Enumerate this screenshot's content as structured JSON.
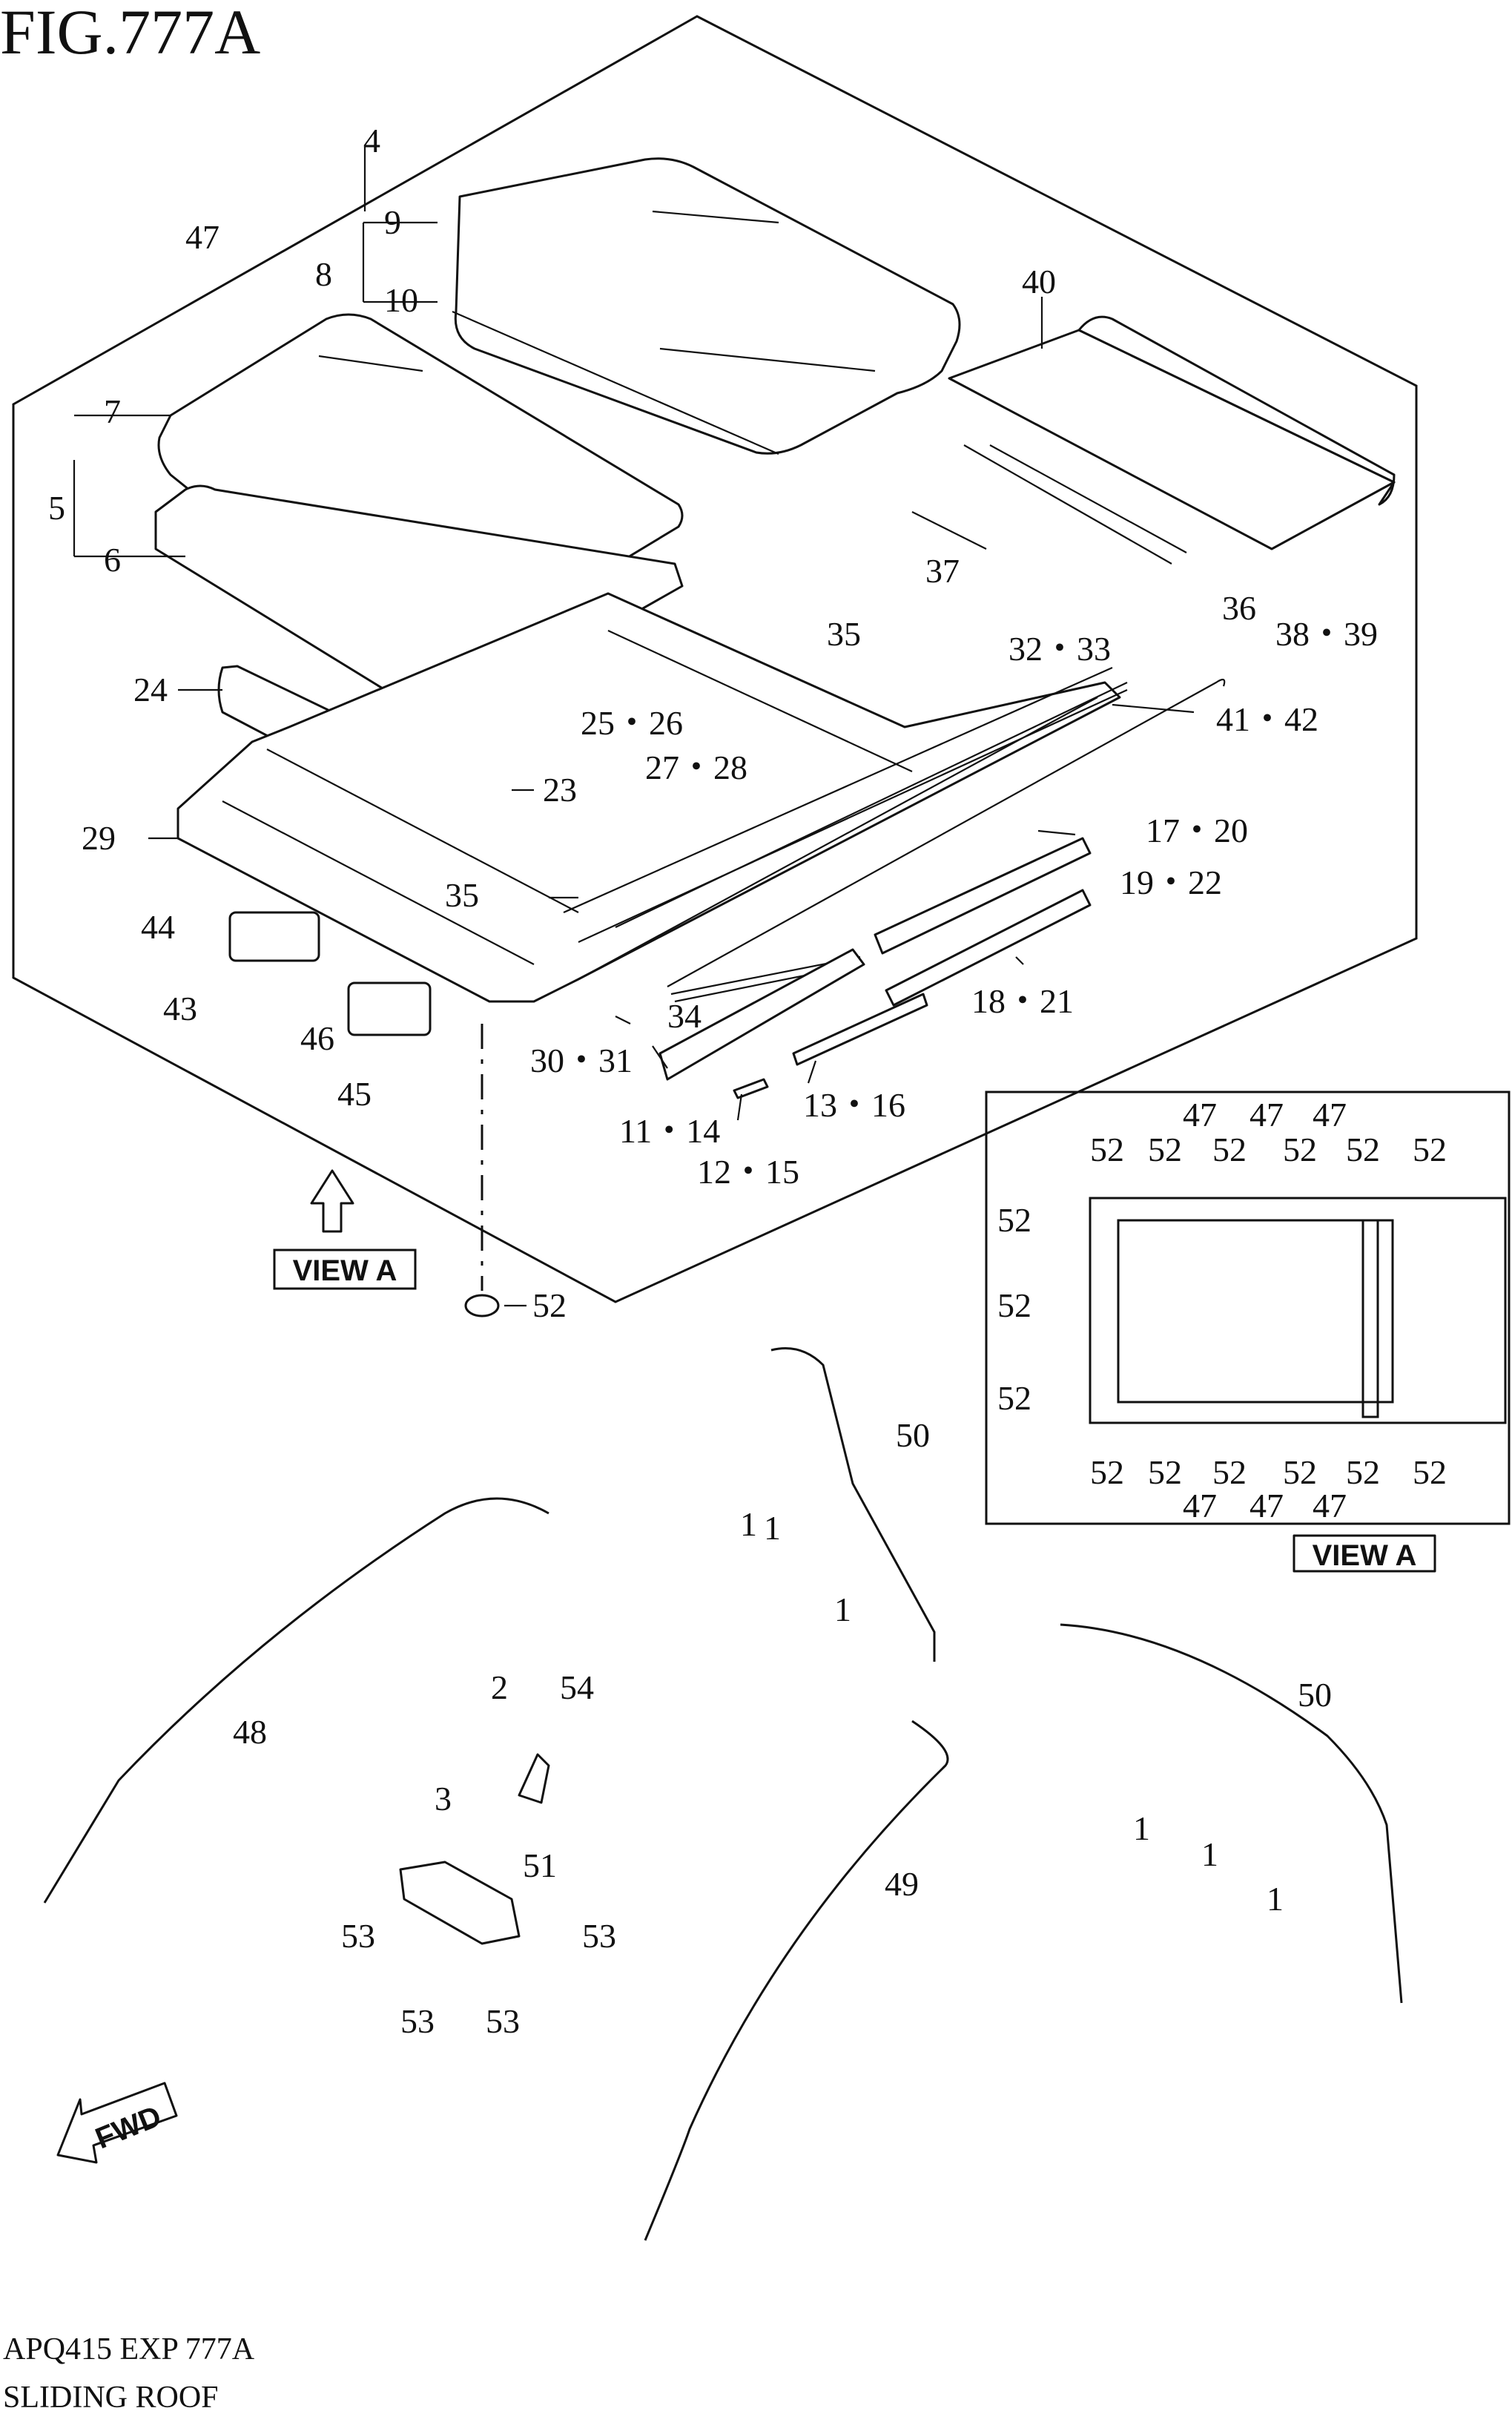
{
  "figure_title": "FIG.777A",
  "footer": {
    "code": "APQ415 EXP 777A",
    "name": "SLIDING ROOF"
  },
  "view_label": "VIEW A",
  "inset_label": "VIEW A",
  "fwd_label": "FWD",
  "callouts": [
    "4",
    "47",
    "9",
    "8",
    "10",
    "7",
    "5",
    "6",
    "40",
    "37",
    "36",
    "38・39",
    "35",
    "32・33",
    "24",
    "41・42",
    "25・26",
    "23",
    "27・28",
    "29",
    "17・20",
    "35",
    "19・22",
    "44",
    "18・21",
    "43",
    "34",
    "46",
    "30・31",
    "45",
    "11・14",
    "13・16",
    "12・15",
    "52",
    "50",
    "1",
    "1",
    "1",
    "48",
    "2",
    "54",
    "51",
    "3",
    "53",
    "53",
    "53",
    "53",
    "49",
    "50",
    "1",
    "1",
    "1"
  ],
  "inset_callouts": [
    "47",
    "47",
    "47",
    "52",
    "52",
    "52",
    "52",
    "52",
    "52",
    "52",
    "52",
    "52",
    "52",
    "52",
    "52",
    "52",
    "52",
    "52",
    "47",
    "47",
    "47"
  ]
}
